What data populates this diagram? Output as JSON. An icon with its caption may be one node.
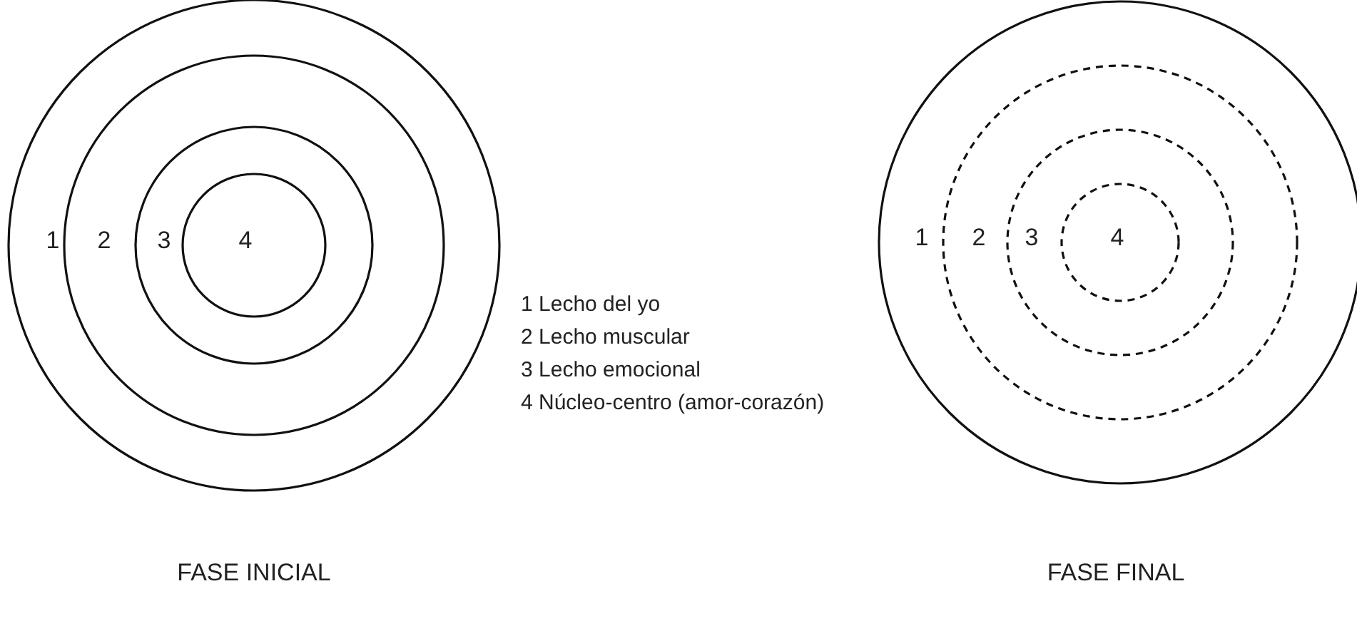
{
  "diagram": {
    "nodes": [
      {
        "text": [
          "1"
        ]
      },
      {
        "text": [
          "2"
        ],
        "in": 0
      },
      {
        "text": [
          "3"
        ],
        "in": 1
      },
      {
        "text": [
          "4"
        ],
        "in": 2
      },
      {
        "text": [
          "1"
        ]
      },
      {
        "text": [
          "2"
        ],
        "in": 4
      },
      {
        "text": [
          "3"
        ],
        "in": 5
      },
      {
        "text": [
          "4"
        ],
        "in": 6
      }
    ],
    "edges": [],
    "labels": [
      "1 Lecho del yo",
      "2 Lecho muscular",
      "3 Lecho emocional",
      "4 Núcleo-centro (amor-corazón)",
      "FASE INICIAL",
      "FASE FINAL"
    ]
  }
}
